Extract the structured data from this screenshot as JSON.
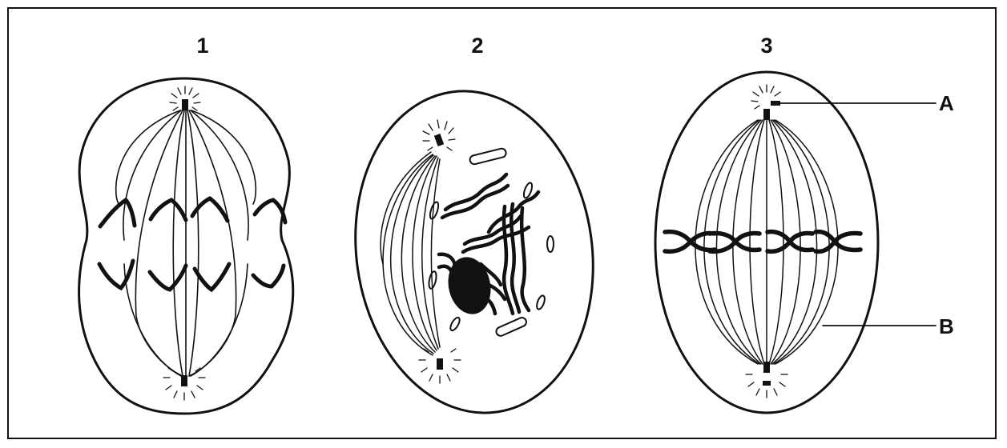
{
  "figure": {
    "cells": [
      {
        "number": "1"
      },
      {
        "number": "2"
      },
      {
        "number": "3"
      }
    ],
    "labels": {
      "a": "A",
      "b": "B"
    },
    "colors": {
      "ink": "#111111",
      "background": "#ffffff"
    }
  }
}
